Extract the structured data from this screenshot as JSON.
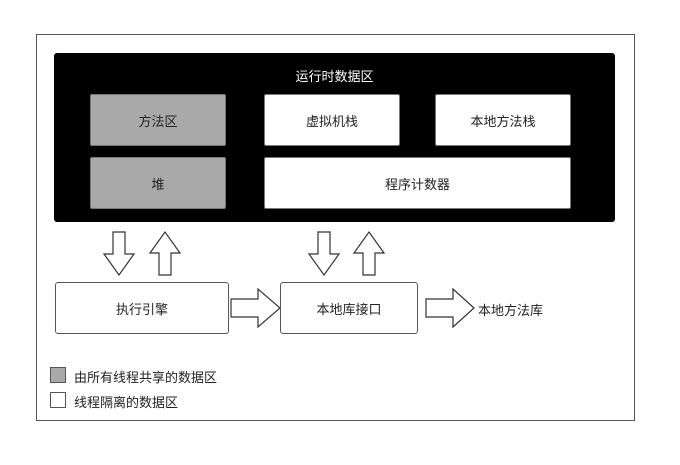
{
  "runtime_area": {
    "title": "运行时数据区",
    "method_area": "方法区",
    "vm_stack": "虚拟机栈",
    "native_method_stack": "本地方法栈",
    "heap": "堆",
    "program_counter": "程序计数器"
  },
  "execution_engine": "执行引擎",
  "native_interface": "本地库接口",
  "native_library": "本地方法库",
  "legend": {
    "shared": "由所有线程共享的数据区",
    "isolated": "线程隔离的数据区"
  },
  "colors": {
    "runtime_background": "#000000",
    "shared_fill": "#a9a9a9",
    "isolated_fill": "#ffffff"
  }
}
